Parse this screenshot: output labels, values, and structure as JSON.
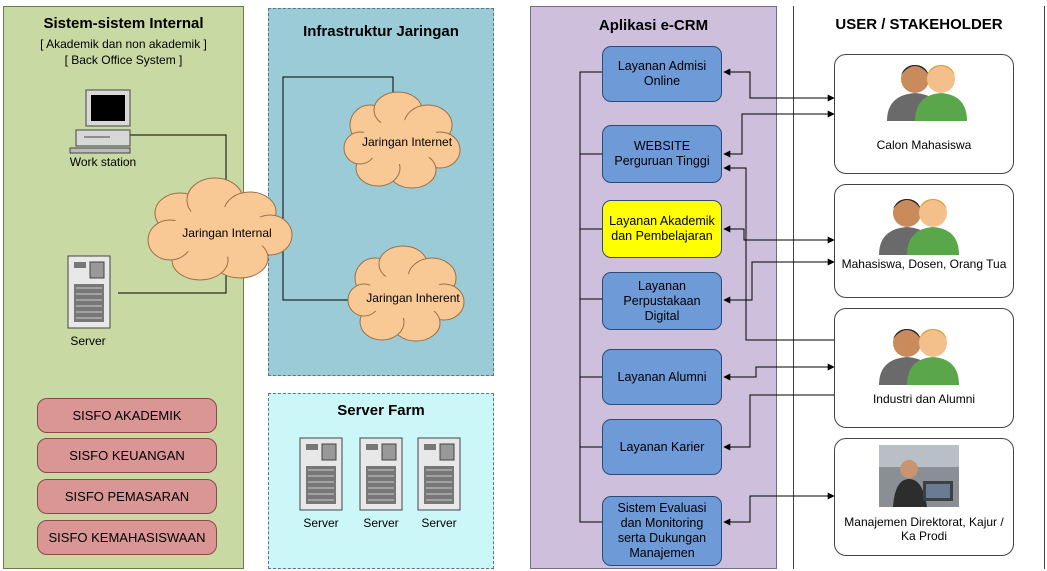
{
  "internal": {
    "title": "Sistem-sistem Internal",
    "subtitle1": "[ Akademik dan non akademik ]",
    "subtitle2": "[ Back Office System ]",
    "workstation_label": "Work station",
    "server_label": "Server",
    "network_label": "Jaringan Internal",
    "sisfo": [
      "SISFO AKADEMIK",
      "SISFO KEUANGAN",
      "SISFO PEMASARAN",
      "SISFO KEMAHASISWAAN"
    ]
  },
  "infra": {
    "title": "Infrastruktur Jaringan",
    "internet": "Jaringan Internet",
    "inherent": "Jaringan Inherent"
  },
  "farm": {
    "title": "Server Farm",
    "servers": [
      "Server",
      "Server",
      "Server"
    ]
  },
  "ecrm": {
    "title": "Aplikasi e-CRM",
    "services": [
      "Layanan Admisi Online",
      "WEBSITE Perguruan Tinggi",
      "Layanan Akademik dan Pembelajaran",
      "Layanan Perpustakaan Digital",
      "Layanan Alumni",
      "Layanan Karier",
      "Sistem Evaluasi dan Monitoring serta Dukungan Manajemen"
    ]
  },
  "users": {
    "title": "USER / STAKEHOLDER",
    "groups": [
      "Calon Mahasiswa",
      "Mahasiswa, Dosen, Orang Tua",
      "Industri dan Alumni",
      "Manajemen Direktorat, Kajur / Ka Prodi"
    ]
  },
  "colors": {
    "internal_bg": "#c8d9a4",
    "infra_bg": "#9ccbd8",
    "farm_bg": "#ccf7f9",
    "ecrm_bg": "#cec0dc",
    "service_box": "#6e9ad8",
    "service_highlight": "#ffff00",
    "sisfo_box": "#d99694",
    "cloud": "#f9c995"
  }
}
